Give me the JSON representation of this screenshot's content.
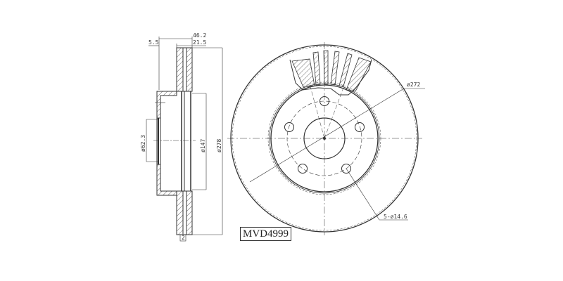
{
  "drawing": {
    "title": "Brake disc technical drawing",
    "part_number": "MVD4999",
    "line_color": "#333333",
    "background": "#ffffff"
  },
  "side_view": {
    "dimensions": {
      "total_height": "46.2",
      "hub_offset": "5.5",
      "disc_thickness": "21.5",
      "center_bore": "ø62.3",
      "hat_diameter": "ø147",
      "outer_diameter": "ø278",
      "min_thickness": "2"
    }
  },
  "front_view": {
    "dimensions": {
      "effective_diameter": "ø272",
      "bolt_holes": "5-ø14.6"
    },
    "bolt_hole_count": 5
  }
}
